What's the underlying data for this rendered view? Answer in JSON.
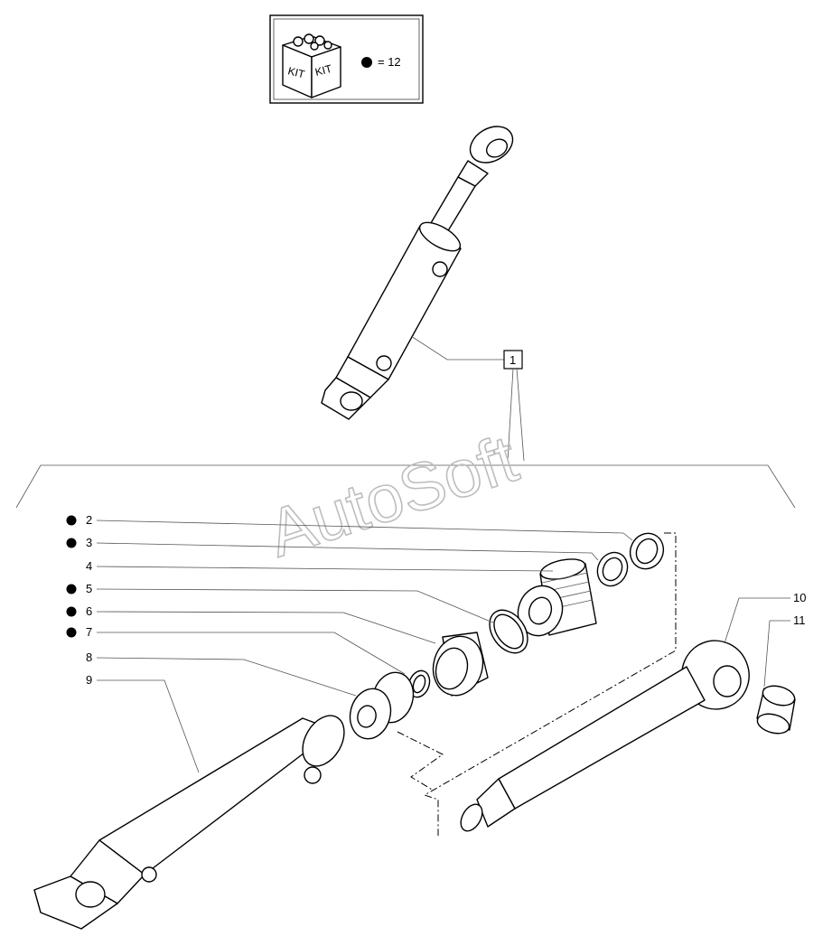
{
  "kit_box": {
    "label_left": "KIT",
    "label_right": "KIT",
    "kit_count_text": "= 12"
  },
  "watermark": "AutoSoft",
  "callout_main": "1",
  "parts": [
    {
      "num": "2",
      "kit": true
    },
    {
      "num": "3",
      "kit": true
    },
    {
      "num": "4",
      "kit": false
    },
    {
      "num": "5",
      "kit": true
    },
    {
      "num": "6",
      "kit": true
    },
    {
      "num": "7",
      "kit": true
    },
    {
      "num": "8",
      "kit": false
    },
    {
      "num": "9",
      "kit": false
    }
  ],
  "right_parts": [
    {
      "num": "10"
    },
    {
      "num": "11"
    }
  ]
}
